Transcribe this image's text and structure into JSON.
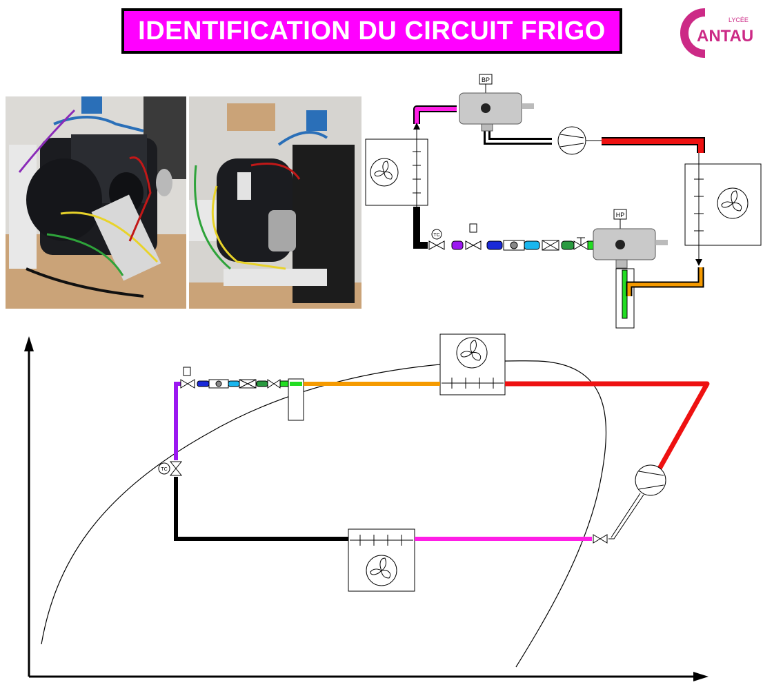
{
  "title": "IDENTIFICATION DU CIRCUIT FRIGO",
  "logo": {
    "small": "LYCÉE",
    "big": "ANTAU",
    "initial": "C"
  },
  "schematic": {
    "bp_label": "BP",
    "hp_label": "HP",
    "tc_label": "TC"
  },
  "diagram": {
    "tc_label": "TC"
  },
  "colors": {
    "title_bg": "#ff00ff",
    "suction": "#000000",
    "magenta": "#ff1ee6",
    "discharge": "#ee1111",
    "liquid_orange": "#f59a00",
    "liquid_green": "#22dd22",
    "dark_green": "#2a9a40",
    "cyan": "#19b6ee",
    "blue": "#1a2ad8",
    "purple": "#9b18f0",
    "logo": "#cc2a86"
  },
  "icons": [
    "fan-icon",
    "compressor-icon",
    "expansion-valve-icon",
    "solenoid-valve-icon",
    "sight-glass-icon",
    "filter-drier-icon",
    "pressure-switch-icon",
    "receiver-icon"
  ]
}
